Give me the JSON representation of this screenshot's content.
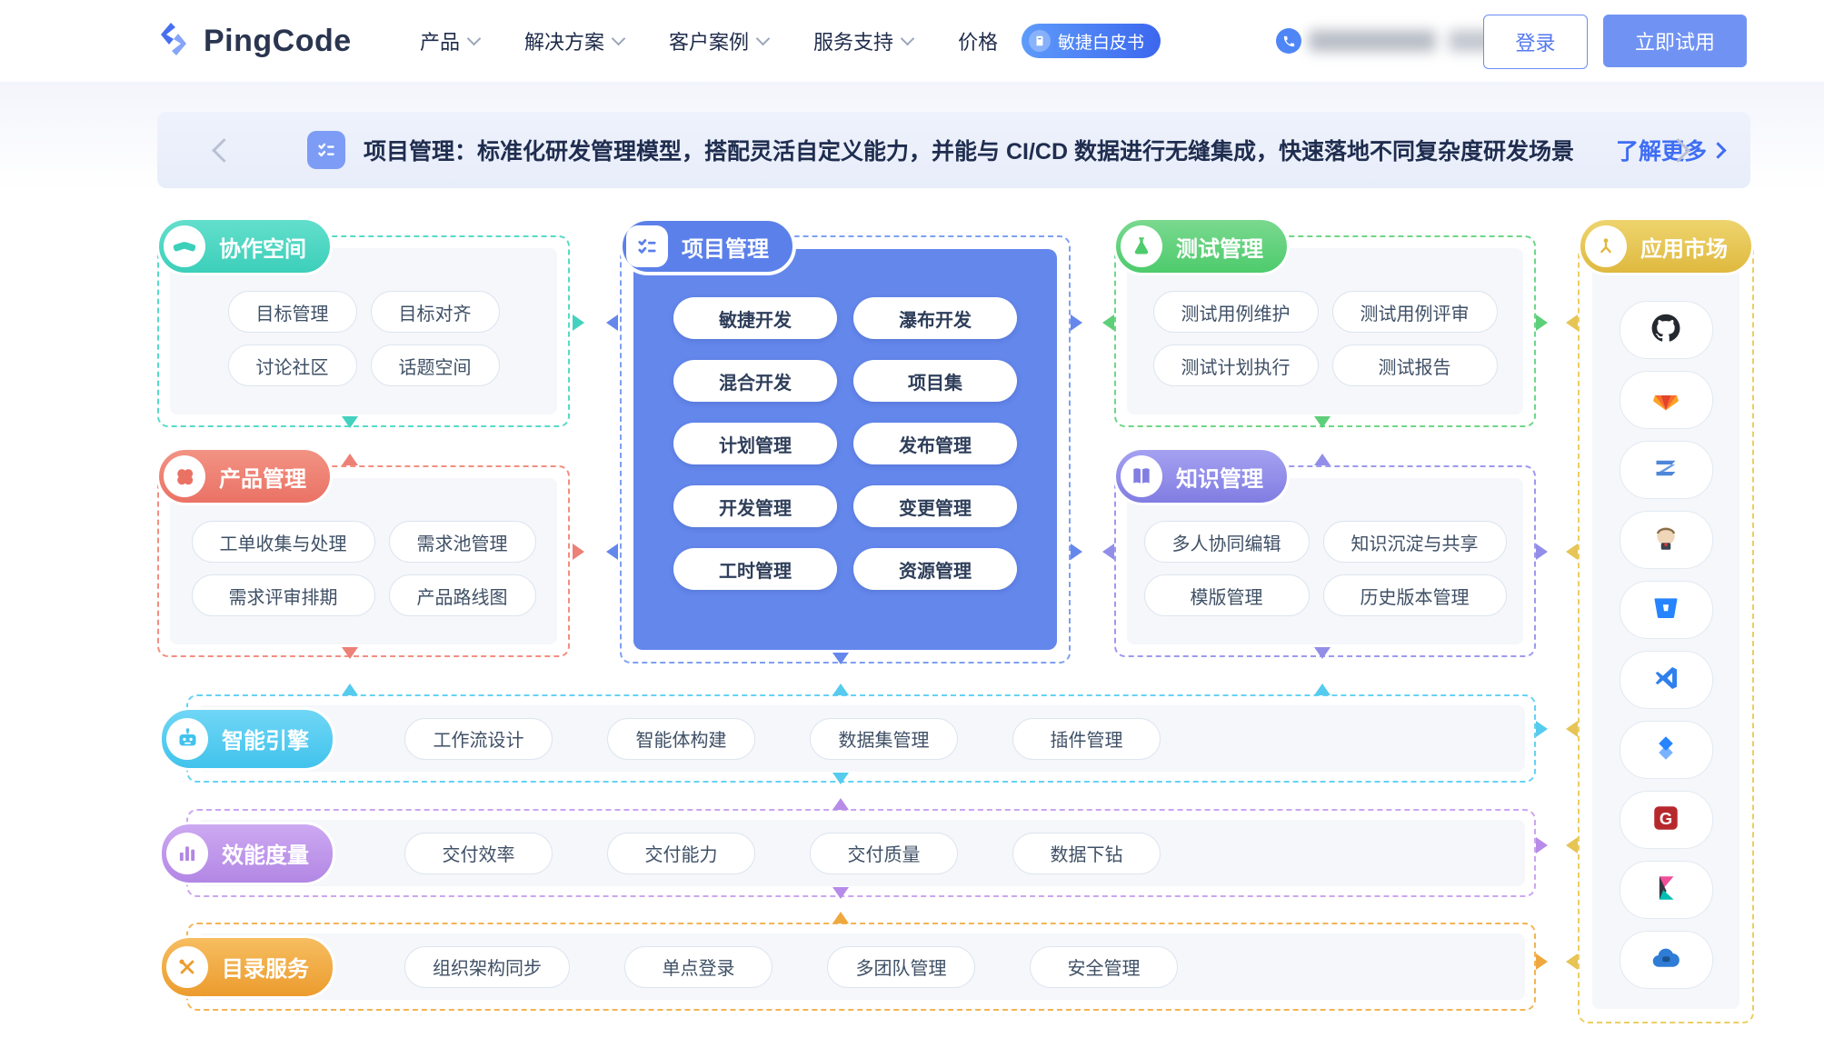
{
  "navbar": {
    "logo": "PingCode",
    "items": [
      {
        "label": "产品",
        "dropdown": true
      },
      {
        "label": "解决方案",
        "dropdown": true
      },
      {
        "label": "客户案例",
        "dropdown": true
      },
      {
        "label": "服务支持",
        "dropdown": true
      },
      {
        "label": "价格",
        "dropdown": false
      }
    ],
    "whitepaper": "敏捷白皮书",
    "login": "登录",
    "trial": "立即试用"
  },
  "banner": {
    "icon": "checklist-icon",
    "text": "项目管理：标准化研发管理模型，搭配灵活自定义能力，并能与 CI/CD 数据进行无缝集成，快速落地不同复杂度研发场景",
    "link": "了解更多"
  },
  "sections": {
    "collab": {
      "title": "协作空间",
      "icon": "handshake-icon",
      "color": "#43d2bf",
      "items": [
        "目标管理",
        "目标对齐",
        "讨论社区",
        "话题空间"
      ]
    },
    "product": {
      "title": "产品管理",
      "icon": "flower-icon",
      "color": "#ed8077",
      "items": [
        "工单收集与处理",
        "需求池管理",
        "需求评审排期",
        "产品路线图"
      ]
    },
    "project": {
      "title": "项目管理",
      "icon": "checklist-icon",
      "color": "#5b80e9",
      "items": [
        "敏捷开发",
        "瀑布开发",
        "混合开发",
        "项目集",
        "计划管理",
        "发布管理",
        "开发管理",
        "变更管理",
        "工时管理",
        "资源管理"
      ]
    },
    "test": {
      "title": "测试管理",
      "icon": "flask-icon",
      "color": "#5ecf79",
      "items": [
        "测试用例维护",
        "测试用例评审",
        "测试计划执行",
        "测试报告"
      ]
    },
    "knowledge": {
      "title": "知识管理",
      "icon": "book-icon",
      "color": "#928ee8",
      "items": [
        "多人协同编辑",
        "知识沉淀与共享",
        "模版管理",
        "历史版本管理"
      ]
    },
    "market": {
      "title": "应用市场",
      "icon": "plug-icon",
      "color": "#e6c455",
      "apps": [
        "github-icon",
        "gitlab-icon",
        "zadig-icon",
        "jenkins-icon",
        "bitbucket-icon",
        "vscode-icon",
        "jira-icon",
        "gitee-icon",
        "kibana-icon",
        "cloud-database-icon"
      ]
    },
    "ai": {
      "title": "智能引擎",
      "icon": "robot-icon",
      "color": "#56cbee",
      "items": [
        "工作流设计",
        "智能体构建",
        "数据集管理",
        "插件管理"
      ]
    },
    "metrics": {
      "title": "效能度量",
      "icon": "bar-chart-icon",
      "color": "#b78be8",
      "items": [
        "交付效率",
        "交付能力",
        "交付质量",
        "数据下钻"
      ]
    },
    "directory": {
      "title": "目录服务",
      "icon": "tools-icon",
      "color": "#efa83f",
      "items": [
        "组织架构同步",
        "单点登录",
        "多团队管理",
        "安全管理"
      ]
    }
  }
}
